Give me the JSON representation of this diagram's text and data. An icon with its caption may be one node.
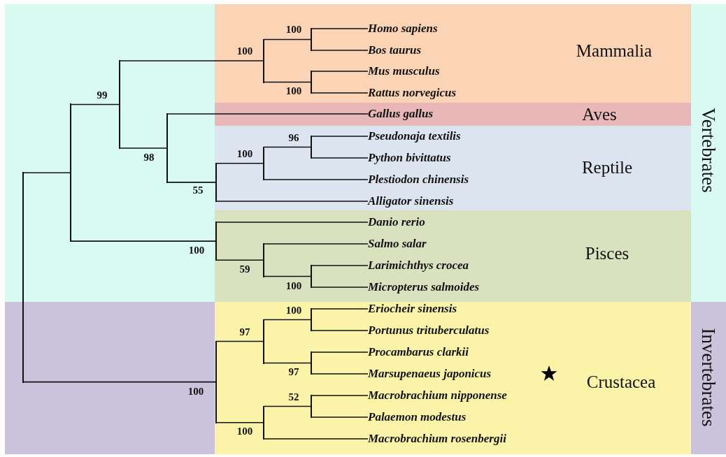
{
  "diagram": {
    "nodes": [
      {
        "text": [
          "Vertebrates"
        ]
      },
      {
        "text": [
          "Mammalia"
        ],
        "in": 0
      },
      {
        "text": [
          "Homo sapiens"
        ],
        "in": 1
      },
      {
        "text": [
          "Bos taurus"
        ],
        "in": 1
      },
      {
        "text": [
          "Mus musculus"
        ],
        "in": 1
      },
      {
        "text": [
          "Rattus norvegicus"
        ],
        "in": 1
      },
      {
        "text": [
          "Aves"
        ],
        "in": 0
      },
      {
        "text": [
          "Gallus gallus"
        ],
        "in": 6
      },
      {
        "text": [
          "Reptile"
        ],
        "in": 0
      },
      {
        "text": [
          "Pseudonaja textilis"
        ],
        "in": 8
      },
      {
        "text": [
          "Python bivittatus"
        ],
        "in": 8
      },
      {
        "text": [
          "Plestiodon chinensis"
        ],
        "in": 8
      },
      {
        "text": [
          "Alligator sinensis"
        ],
        "in": 8
      },
      {
        "text": [
          "Pisces"
        ],
        "in": 0
      },
      {
        "text": [
          "Danio rerio"
        ],
        "in": 13
      },
      {
        "text": [
          "Salmo salar"
        ],
        "in": 13
      },
      {
        "text": [
          "Larimichthys crocea"
        ],
        "in": 13
      },
      {
        "text": [
          "Micropterus salmoides"
        ],
        "in": 13
      },
      {
        "text": [
          "Invertebrates"
        ]
      },
      {
        "text": [
          "Crustacea"
        ],
        "in": 18
      },
      {
        "text": [
          "Eriocheir sinensis"
        ],
        "in": 19
      },
      {
        "text": [
          "Portunus trituberculatus"
        ],
        "in": 19
      },
      {
        "text": [
          "Procambarus clarkii"
        ],
        "in": 19
      },
      {
        "text": [
          "Marsupenaeus japonicus"
        ],
        "in": 19
      },
      {
        "text": [
          "Macrobrachium nipponense"
        ],
        "in": 19
      },
      {
        "text": [
          "Palaemon modestus"
        ],
        "in": 19
      },
      {
        "text": [
          "Macrobrachium rosenbergii"
        ],
        "in": 19
      },
      {
        "text": [],
        "shape": "bar",
        "in": 1,
        "beside": [
          "100"
        ]
      },
      {
        "text": [],
        "shape": "bar",
        "in": 1,
        "beside": [
          "100"
        ]
      },
      {
        "text": [],
        "shape": "bar",
        "in": 1,
        "beside": [
          "100"
        ]
      },
      {
        "text": [],
        "shape": "bar",
        "in": 8,
        "beside": [
          "96"
        ]
      },
      {
        "text": [],
        "shape": "bar",
        "in": 8,
        "beside": [
          "100"
        ]
      },
      {
        "text": [],
        "shape": "bar",
        "in": 8,
        "beside": [
          "55"
        ]
      },
      {
        "text": [],
        "shape": "bar",
        "in": 0,
        "beside": [
          "98"
        ]
      },
      {
        "text": [],
        "shape": "bar",
        "in": 0,
        "beside": [
          "99"
        ]
      },
      {
        "text": [],
        "shape": "bar",
        "in": 13,
        "beside": [
          "100"
        ]
      },
      {
        "text": [],
        "shape": "bar",
        "in": 13,
        "beside": [
          "59"
        ]
      },
      {
        "text": [],
        "shape": "bar",
        "in": 13,
        "beside": [
          "100"
        ]
      },
      {
        "text": [],
        "shape": "bar",
        "in": 0
      },
      {
        "text": [],
        "shape": "bar",
        "in": 19,
        "beside": [
          "100"
        ]
      },
      {
        "text": [],
        "shape": "bar",
        "in": 19,
        "beside": [
          "97"
        ]
      },
      {
        "text": [],
        "shape": "bar",
        "in": 19,
        "beside": [
          "97"
        ]
      },
      {
        "text": [],
        "shape": "bar",
        "in": 19,
        "beside": [
          "52"
        ]
      },
      {
        "text": [],
        "shape": "bar",
        "in": 19,
        "beside": [
          "100"
        ]
      },
      {
        "text": [],
        "shape": "bar",
        "in": 19,
        "beside": [
          "100"
        ]
      },
      {
        "text": [],
        "shape": "bar"
      }
    ],
    "edges": [
      {
        "from": 45,
        "to": 38,
        "arrow": "none"
      },
      {
        "from": 45,
        "to": 44,
        "arrow": "none"
      },
      {
        "from": 38,
        "to": 34,
        "arrow": "none"
      },
      {
        "from": 38,
        "to": 37,
        "arrow": "none"
      },
      {
        "from": 34,
        "to": 29,
        "arrow": "none"
      },
      {
        "from": 34,
        "to": 33,
        "arrow": "none"
      },
      {
        "from": 29,
        "to": 27,
        "arrow": "none"
      },
      {
        "from": 29,
        "to": 28,
        "arrow": "none"
      },
      {
        "from": 27,
        "to": 2,
        "arrow": "none"
      },
      {
        "from": 27,
        "to": 3,
        "arrow": "none"
      },
      {
        "from": 28,
        "to": 4,
        "arrow": "none"
      },
      {
        "from": 28,
        "to": 5,
        "arrow": "none"
      },
      {
        "from": 33,
        "to": 7,
        "arrow": "none"
      },
      {
        "from": 33,
        "to": 32,
        "arrow": "none"
      },
      {
        "from": 32,
        "to": 31,
        "arrow": "none"
      },
      {
        "from": 32,
        "to": 12,
        "arrow": "none"
      },
      {
        "from": 31,
        "to": 30,
        "arrow": "none"
      },
      {
        "from": 31,
        "to": 11,
        "arrow": "none"
      },
      {
        "from": 30,
        "to": 9,
        "arrow": "none"
      },
      {
        "from": 30,
        "to": 10,
        "arrow": "none"
      },
      {
        "from": 37,
        "to": 14,
        "arrow": "none"
      },
      {
        "from": 37,
        "to": 36,
        "arrow": "none"
      },
      {
        "from": 36,
        "to": 15,
        "arrow": "none"
      },
      {
        "from": 36,
        "to": 35,
        "arrow": "none"
      },
      {
        "from": 35,
        "to": 16,
        "arrow": "none"
      },
      {
        "from": 35,
        "to": 17,
        "arrow": "none"
      },
      {
        "from": 44,
        "to": 41,
        "arrow": "none"
      },
      {
        "from": 44,
        "to": 43,
        "arrow": "none"
      },
      {
        "from": 41,
        "to": 39,
        "arrow": "none"
      },
      {
        "from": 41,
        "to": 40,
        "arrow": "none"
      },
      {
        "from": 39,
        "to": 20,
        "arrow": "none"
      },
      {
        "from": 39,
        "to": 21,
        "arrow": "none"
      },
      {
        "from": 40,
        "to": 22,
        "arrow": "none"
      },
      {
        "from": 40,
        "to": 23,
        "arrow": "none"
      },
      {
        "from": 43,
        "to": 42,
        "arrow": "none"
      },
      {
        "from": 43,
        "to": 26,
        "arrow": "none"
      },
      {
        "from": 42,
        "to": 24,
        "arrow": "none"
      },
      {
        "from": 42,
        "to": 25,
        "arrow": "none"
      }
    ]
  }
}
